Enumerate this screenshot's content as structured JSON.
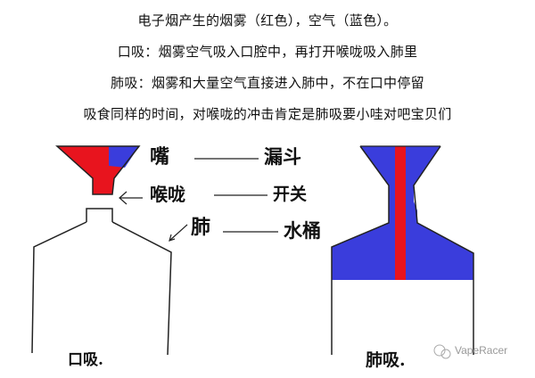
{
  "caption": {
    "line1": "电子烟产生的烟雾（红色），空气（蓝色）。",
    "line2": "口吸：烟雾空气吸入口腔中，再打开喉咙吸入肺里",
    "line3": "肺吸：烟雾和大量空气直接进入肺中，不在口中停留",
    "line4": "吸食同样的时间，对喉咙的冲击肯定是肺吸要小哇对吧宝贝们"
  },
  "labels": {
    "mouth": "嘴",
    "funnel": "漏斗",
    "throat": "喉咙",
    "switch": "开关",
    "lung": "肺",
    "bucket": "水桶",
    "mouth_inhale": "口吸.",
    "lung_inhale": "肺吸."
  },
  "watermark": "VapeRacer",
  "colors": {
    "smoke": "#e8141e",
    "air": "#3a3ddc",
    "outline": "#222222"
  }
}
